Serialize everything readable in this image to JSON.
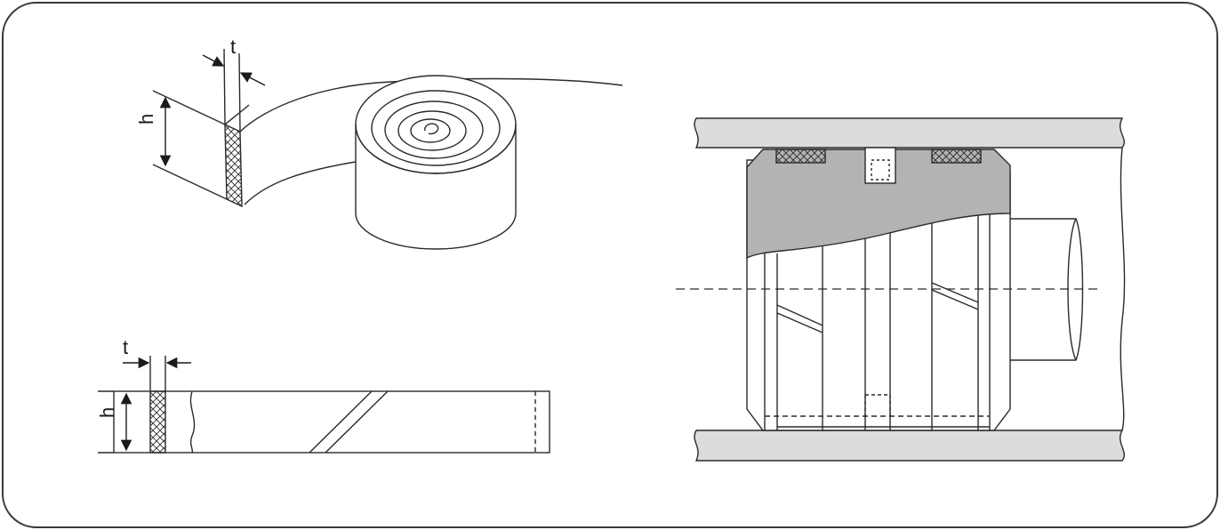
{
  "labels": {
    "thickness_roll": "t",
    "height_roll": "h",
    "thickness_strip": "t",
    "height_strip": "h"
  },
  "colors": {
    "frame": "#3a3a3a",
    "line": "#2a2a2a",
    "housing_fill": "#dcdcdc",
    "piston_head_fill": "#b3b3b3",
    "paper": "#ffffff"
  }
}
